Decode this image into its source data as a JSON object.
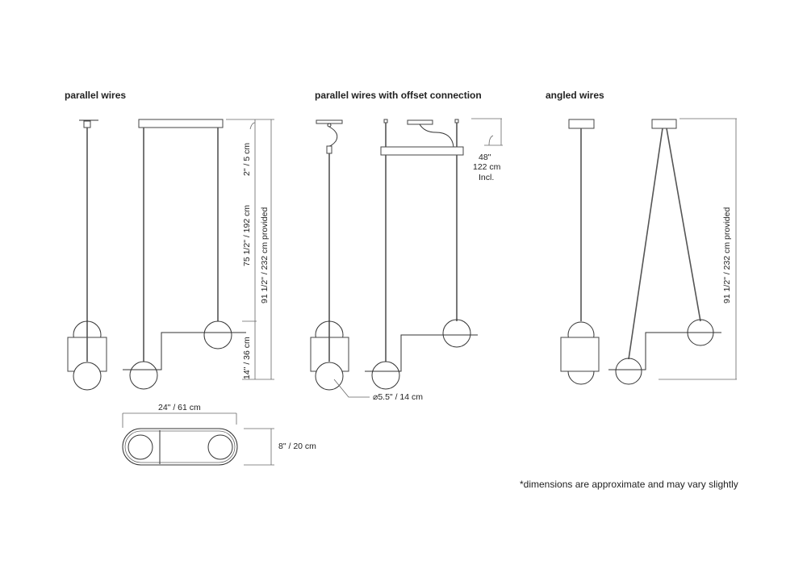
{
  "titles": {
    "parallel": "parallel wires",
    "offset": "parallel wires with offset connection",
    "angled": "angled wires"
  },
  "dimensions": {
    "canopy": "2\" / 5 cm",
    "drop": "75 1/2\" / 192 cm",
    "fixture": "14\" / 36 cm",
    "total_parallel": "91 1/2\"  /  232 cm provided",
    "cord_line1": "48\"",
    "cord_line2": "122 cm",
    "cord_line3": "Incl.",
    "globe": "⌀5.5\" / 14 cm",
    "total_angled": "91 1/2\"  /  232 cm provided",
    "width": "24\"  / 61 cm",
    "depth": "8\" / 20 cm"
  },
  "footnote": "*dimensions are approximate and may vary slightly"
}
